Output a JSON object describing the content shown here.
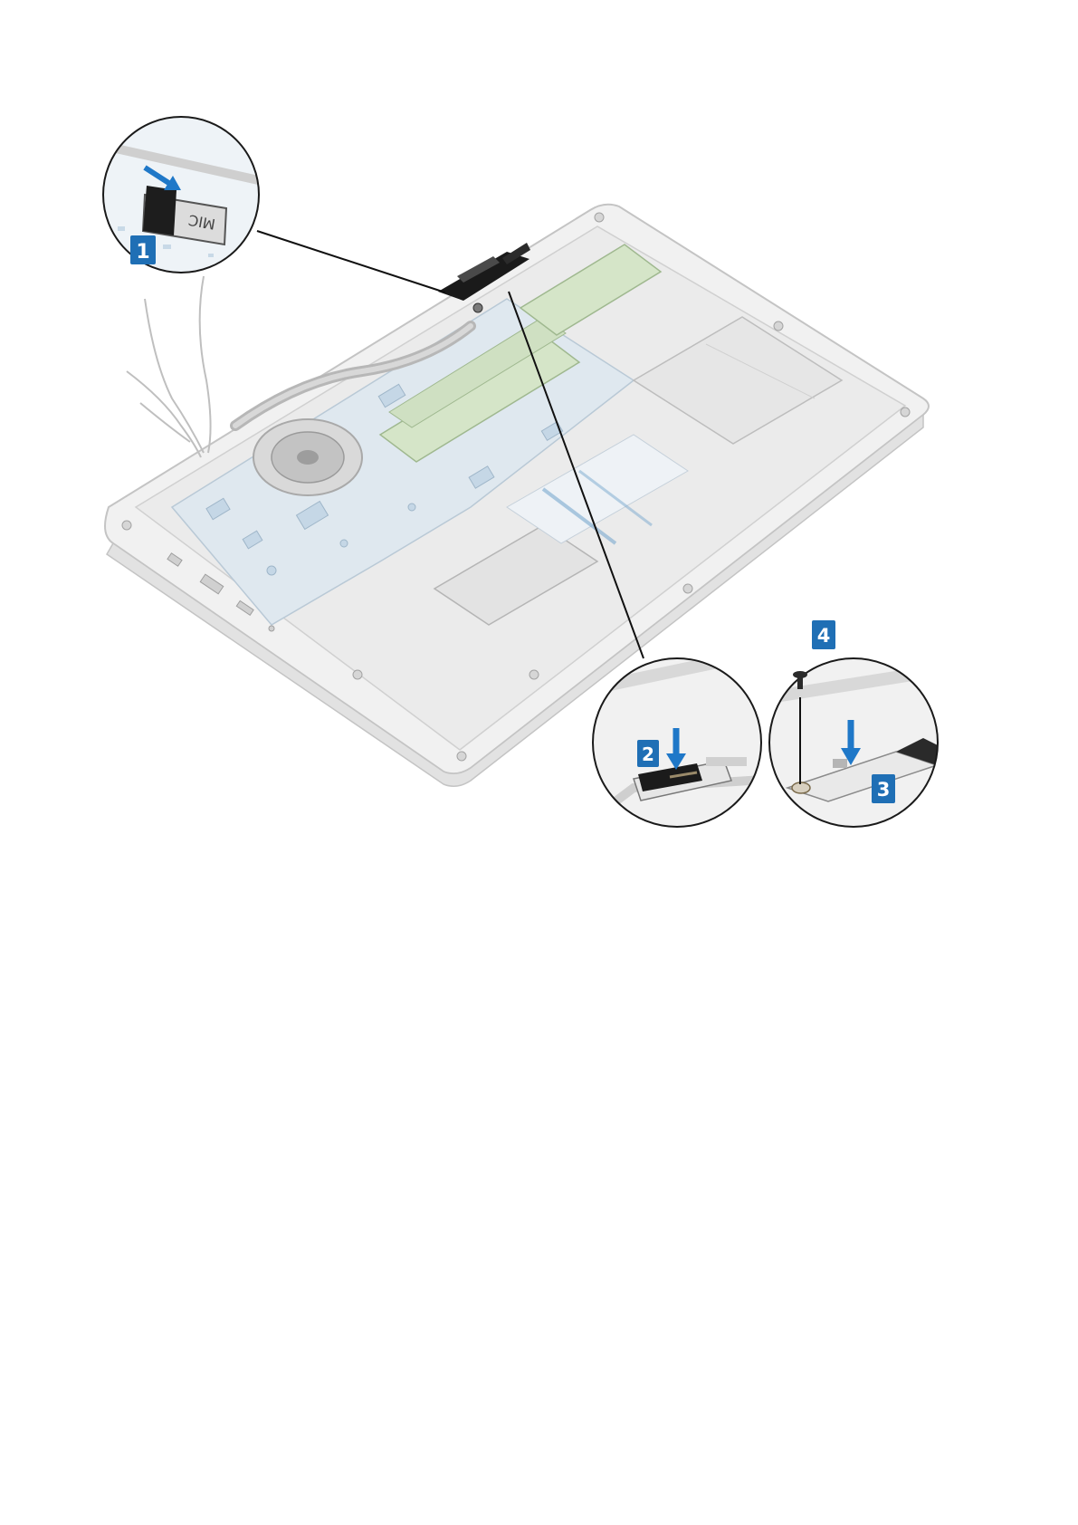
{
  "figure": {
    "steps": [
      {
        "number": "1"
      },
      {
        "number": "2"
      },
      {
        "number": "3"
      },
      {
        "number": "4"
      }
    ],
    "connector_marking": "MIC",
    "colors": {
      "step_badge": "#1f6fb5",
      "arrow": "#1f78c8",
      "leader_line": "#111111",
      "chassis_outline": "#c9c9c9",
      "board_accent": "#7aa9cf",
      "cable_bracket": "#1a1a1a"
    }
  }
}
